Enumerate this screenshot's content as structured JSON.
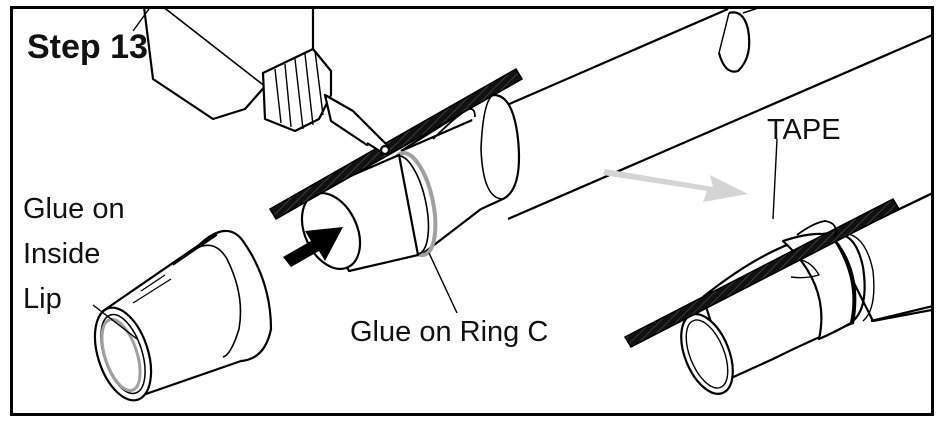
{
  "step_title": "Step 13",
  "labels": {
    "glue_lip_line1": "Glue on",
    "glue_lip_line2": "Inside",
    "glue_lip_line3": "Lip",
    "glue_ring": "Glue on Ring C",
    "tape": "TAPE"
  },
  "colors": {
    "ink": "#000000",
    "progress_arrow": "#d4d4d4",
    "ring_highlight": "#a0a0a0"
  }
}
